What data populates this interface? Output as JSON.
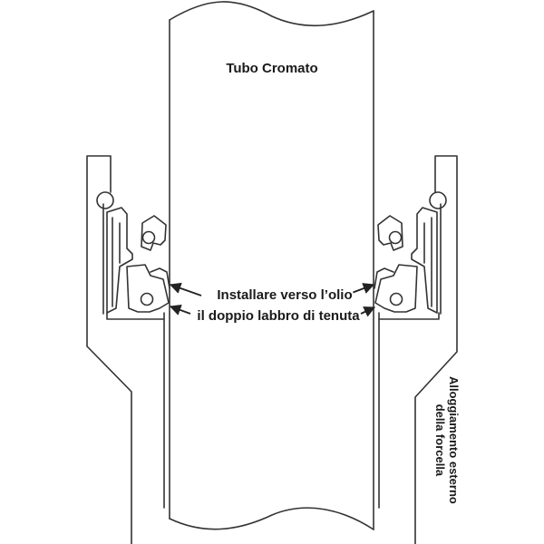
{
  "labels": {
    "tube": "Tubo Cromato",
    "install_line1": "Installare verso l’olio",
    "install_line2": "il doppio labbro di tenuta",
    "housing_line1": "Alloggiamento esterno",
    "housing_line2": "della forcella"
  },
  "colors": {
    "line": "#333333",
    "background": "#ffffff"
  }
}
